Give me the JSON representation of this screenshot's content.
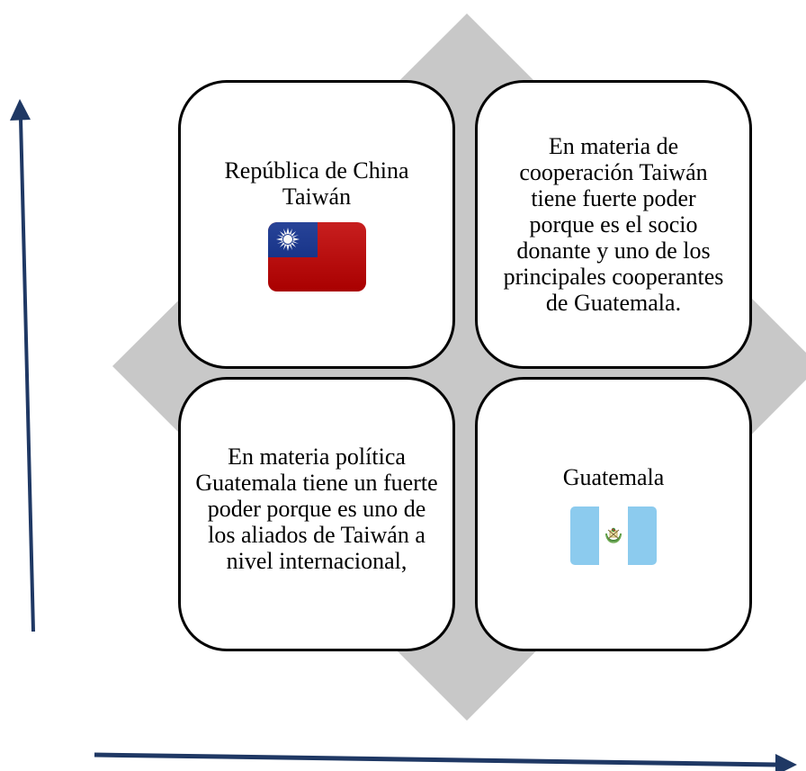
{
  "colors": {
    "diamond": "#c8c8c8",
    "arrow": "#1f3864",
    "card_border": "#000000",
    "card_fill": "#ffffff",
    "taiwan_red": "#c00000",
    "taiwan_blue": "#0a2a8a",
    "guatemala_blue": "#8ccbee"
  },
  "quadrants": {
    "top_left": {
      "text": "República de China Taiwán",
      "icon": "taiwan-flag-icon"
    },
    "top_right": {
      "text": "En materia de cooperación Taiwán tiene fuerte poder porque es el socio donante y uno de los principales cooperantes de Guatemala."
    },
    "bottom_left": {
      "text": "En materia política Guatemala tiene un fuerte poder porque es uno de los aliados de Taiwán a nivel internacional,"
    },
    "bottom_right": {
      "text": "Guatemala",
      "icon": "guatemala-flag-icon"
    }
  },
  "axes": {
    "vertical": "arrow-up",
    "horizontal": "arrow-right"
  }
}
